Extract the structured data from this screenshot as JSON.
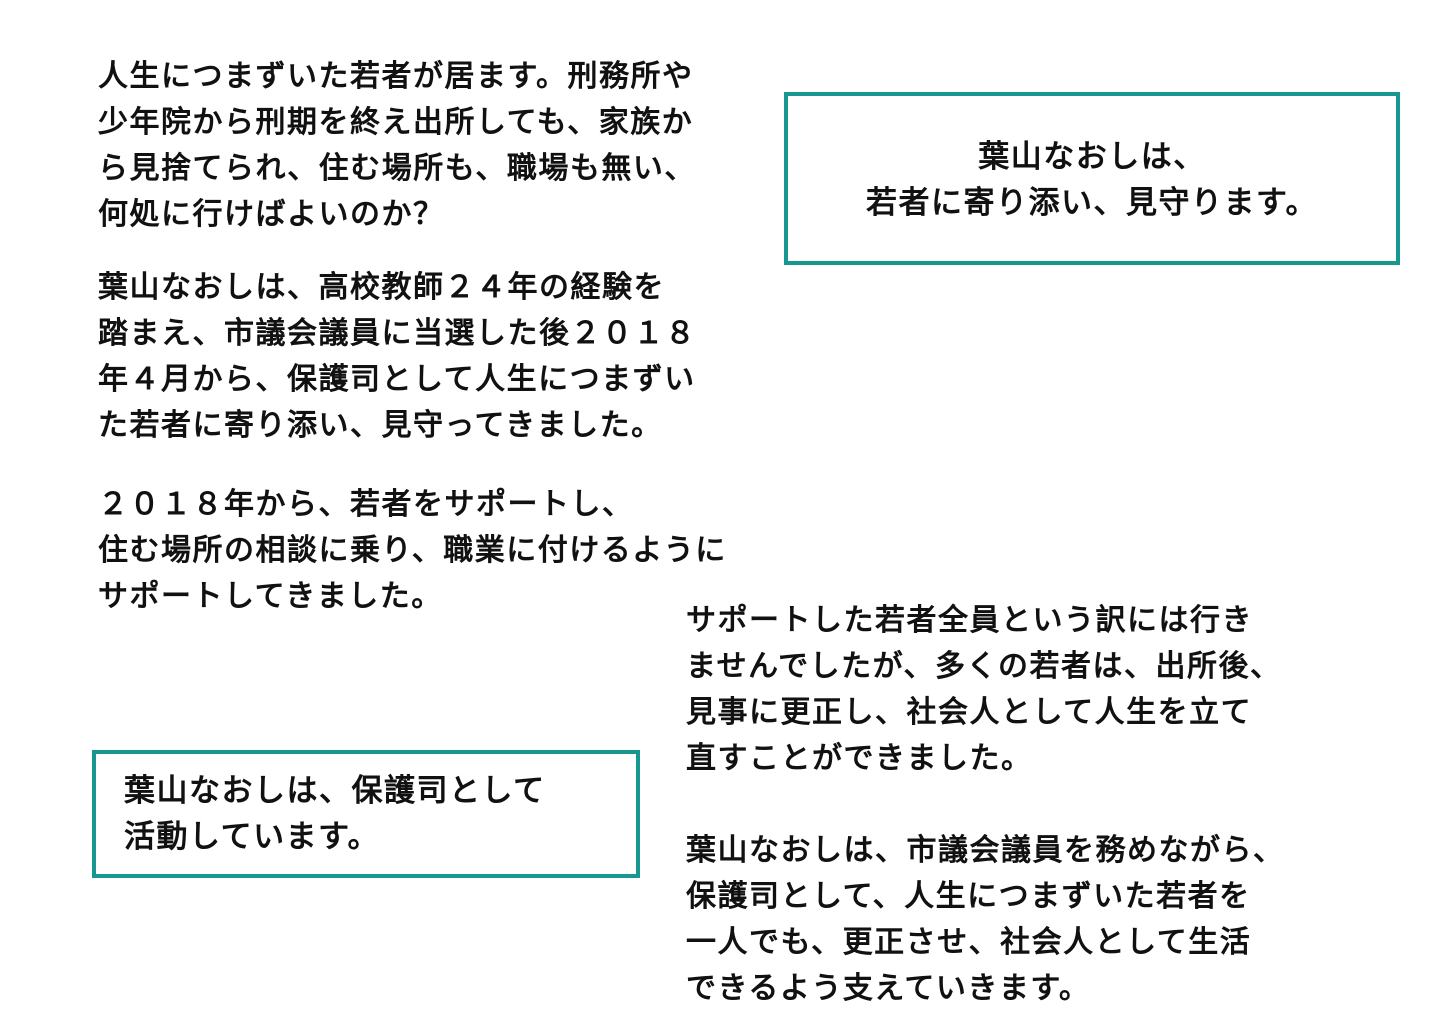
{
  "accent_color": "#17978f",
  "paragraphs": {
    "intro": [
      "人生につまずいた若者が居ます。刑務所や",
      "少年院から刑期を終え出所しても、家族か",
      "ら見捨てられ、住む場所も、職場も無い、",
      "何処に行けばよいのか？"
    ],
    "experience": [
      "葉山なおしは、高校教師２４年の経験を",
      "踏まえ、市議会議員に当選した後２０１８",
      "年４月から、保護司として人生につまずい",
      "た若者に寄り添い、見守ってきました。"
    ],
    "support": [
      "２０１８年から、若者をサポートし、",
      "住む場所の相談に乗り、職業に付けるように",
      "サポートしてきました。"
    ],
    "results": [
      "サポートした若者全員という訳には行き",
      "ませんでしたが、多くの若者は、出所後、",
      "見事に更正し、社会人として人生を立て",
      "直すことができました。"
    ],
    "future": [
      "葉山なおしは、市議会議員を務めながら、",
      "保護司として、人生につまずいた若者を",
      "一人でも、更正させ、社会人として生活",
      "できるよう支えていきます。"
    ]
  },
  "boxes": {
    "top_right": [
      "葉山なおしは、",
      "若者に寄り添い、見守ります。"
    ],
    "bottom_left": [
      "葉山なおしは、保護司として",
      "活動しています。"
    ]
  }
}
